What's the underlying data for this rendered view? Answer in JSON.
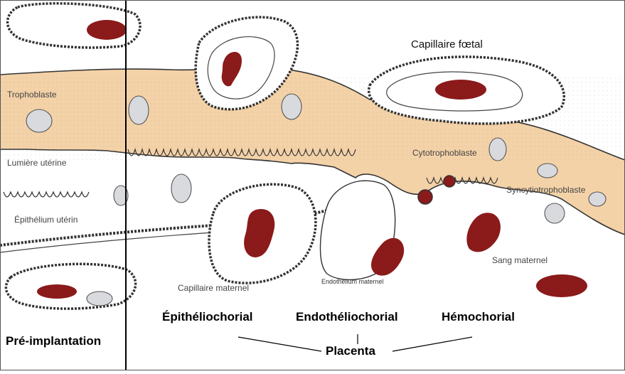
{
  "labels": {
    "capillaire_foetal": "Capillaire fœtal",
    "trophoblaste": "Trophoblaste",
    "lumiere_uterine": "Lumière utérine",
    "epithelium_uterin": "Épithélium utérin",
    "cytotrophoblaste": "Cytotrophoblaste",
    "syncytiotrophoblaste": "Syncytiotrophoblaste",
    "sang_maternel": "Sang maternel",
    "capillaire_maternel": "Capillaire maternel",
    "endothelium_maternel": "Endothélium maternel"
  },
  "types": {
    "epitheliochorial": "Épithéliochorial",
    "endotheliochorial": "Endothéliochorial",
    "hemochorial": "Hémochorial"
  },
  "pre_implantation": "Pré-implantation",
  "placenta": "Placenta",
  "colors": {
    "tissue": "#f4d2a8",
    "blood_cell": "#8b1a1a",
    "outline": "#333333",
    "nucleus_fill": "#d8dadd"
  }
}
